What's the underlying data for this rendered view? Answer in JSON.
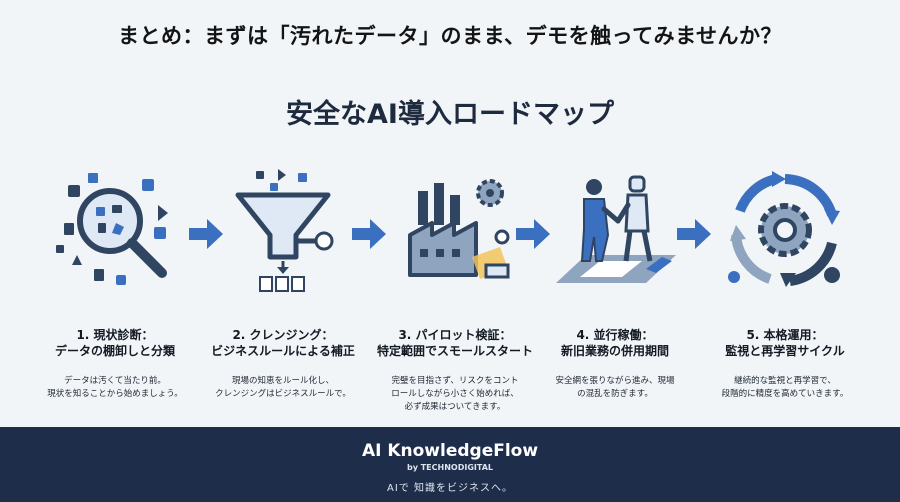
{
  "headline": "まとめ：まずは「汚れたデータ」のまま、デモを触ってみませんか？",
  "subtitle": "安全なAI導入ロードマップ",
  "colors": {
    "accent": "#3b6fbf",
    "icon_dark": "#2f4561",
    "footer_bg": "#1d2d4a",
    "highlight": "#f2c35c"
  },
  "steps": [
    {
      "icon": "data-analysis-magnifier-icon",
      "title": "1. 現状診断：",
      "title2": "データの棚卸しと分類",
      "desc": [
        "データは汚くて当たり前。",
        "現状を知ることから始めましょう。"
      ]
    },
    {
      "icon": "cleansing-funnel-icon",
      "title": "2. クレンジング：",
      "title2": "ビジネスルールによる補正",
      "desc": [
        "現場の知恵をルール化し、",
        "クレンジングはビジネスルールで。"
      ]
    },
    {
      "icon": "pilot-factory-icon",
      "title": "3. パイロット検証：",
      "title2": "特定範囲でスモールスタート",
      "desc": [
        "完璧を目指さず、リスクをコント",
        "ロールしながら小さく始めれば、",
        "必ず成果はついてきます。"
      ]
    },
    {
      "icon": "human-robot-handshake-icon",
      "title": "4. 並行稼働：",
      "title2": "新旧業務の併用期間",
      "desc": [
        "安全網を張りながら進み、現場",
        "の混乱を防ぎます。"
      ]
    },
    {
      "icon": "gear-cycle-icon",
      "title": "5. 本格運用：",
      "title2": "監視と再学習サイクル",
      "desc": [
        "継続的な監視と再学習で、",
        "段階的に精度を高めていきます。"
      ]
    }
  ],
  "footer": {
    "brand": "AI KnowledgeFlow",
    "by": "by TECHNODIGITAL",
    "tagline": "AIで 知識をビジネスへ。"
  }
}
